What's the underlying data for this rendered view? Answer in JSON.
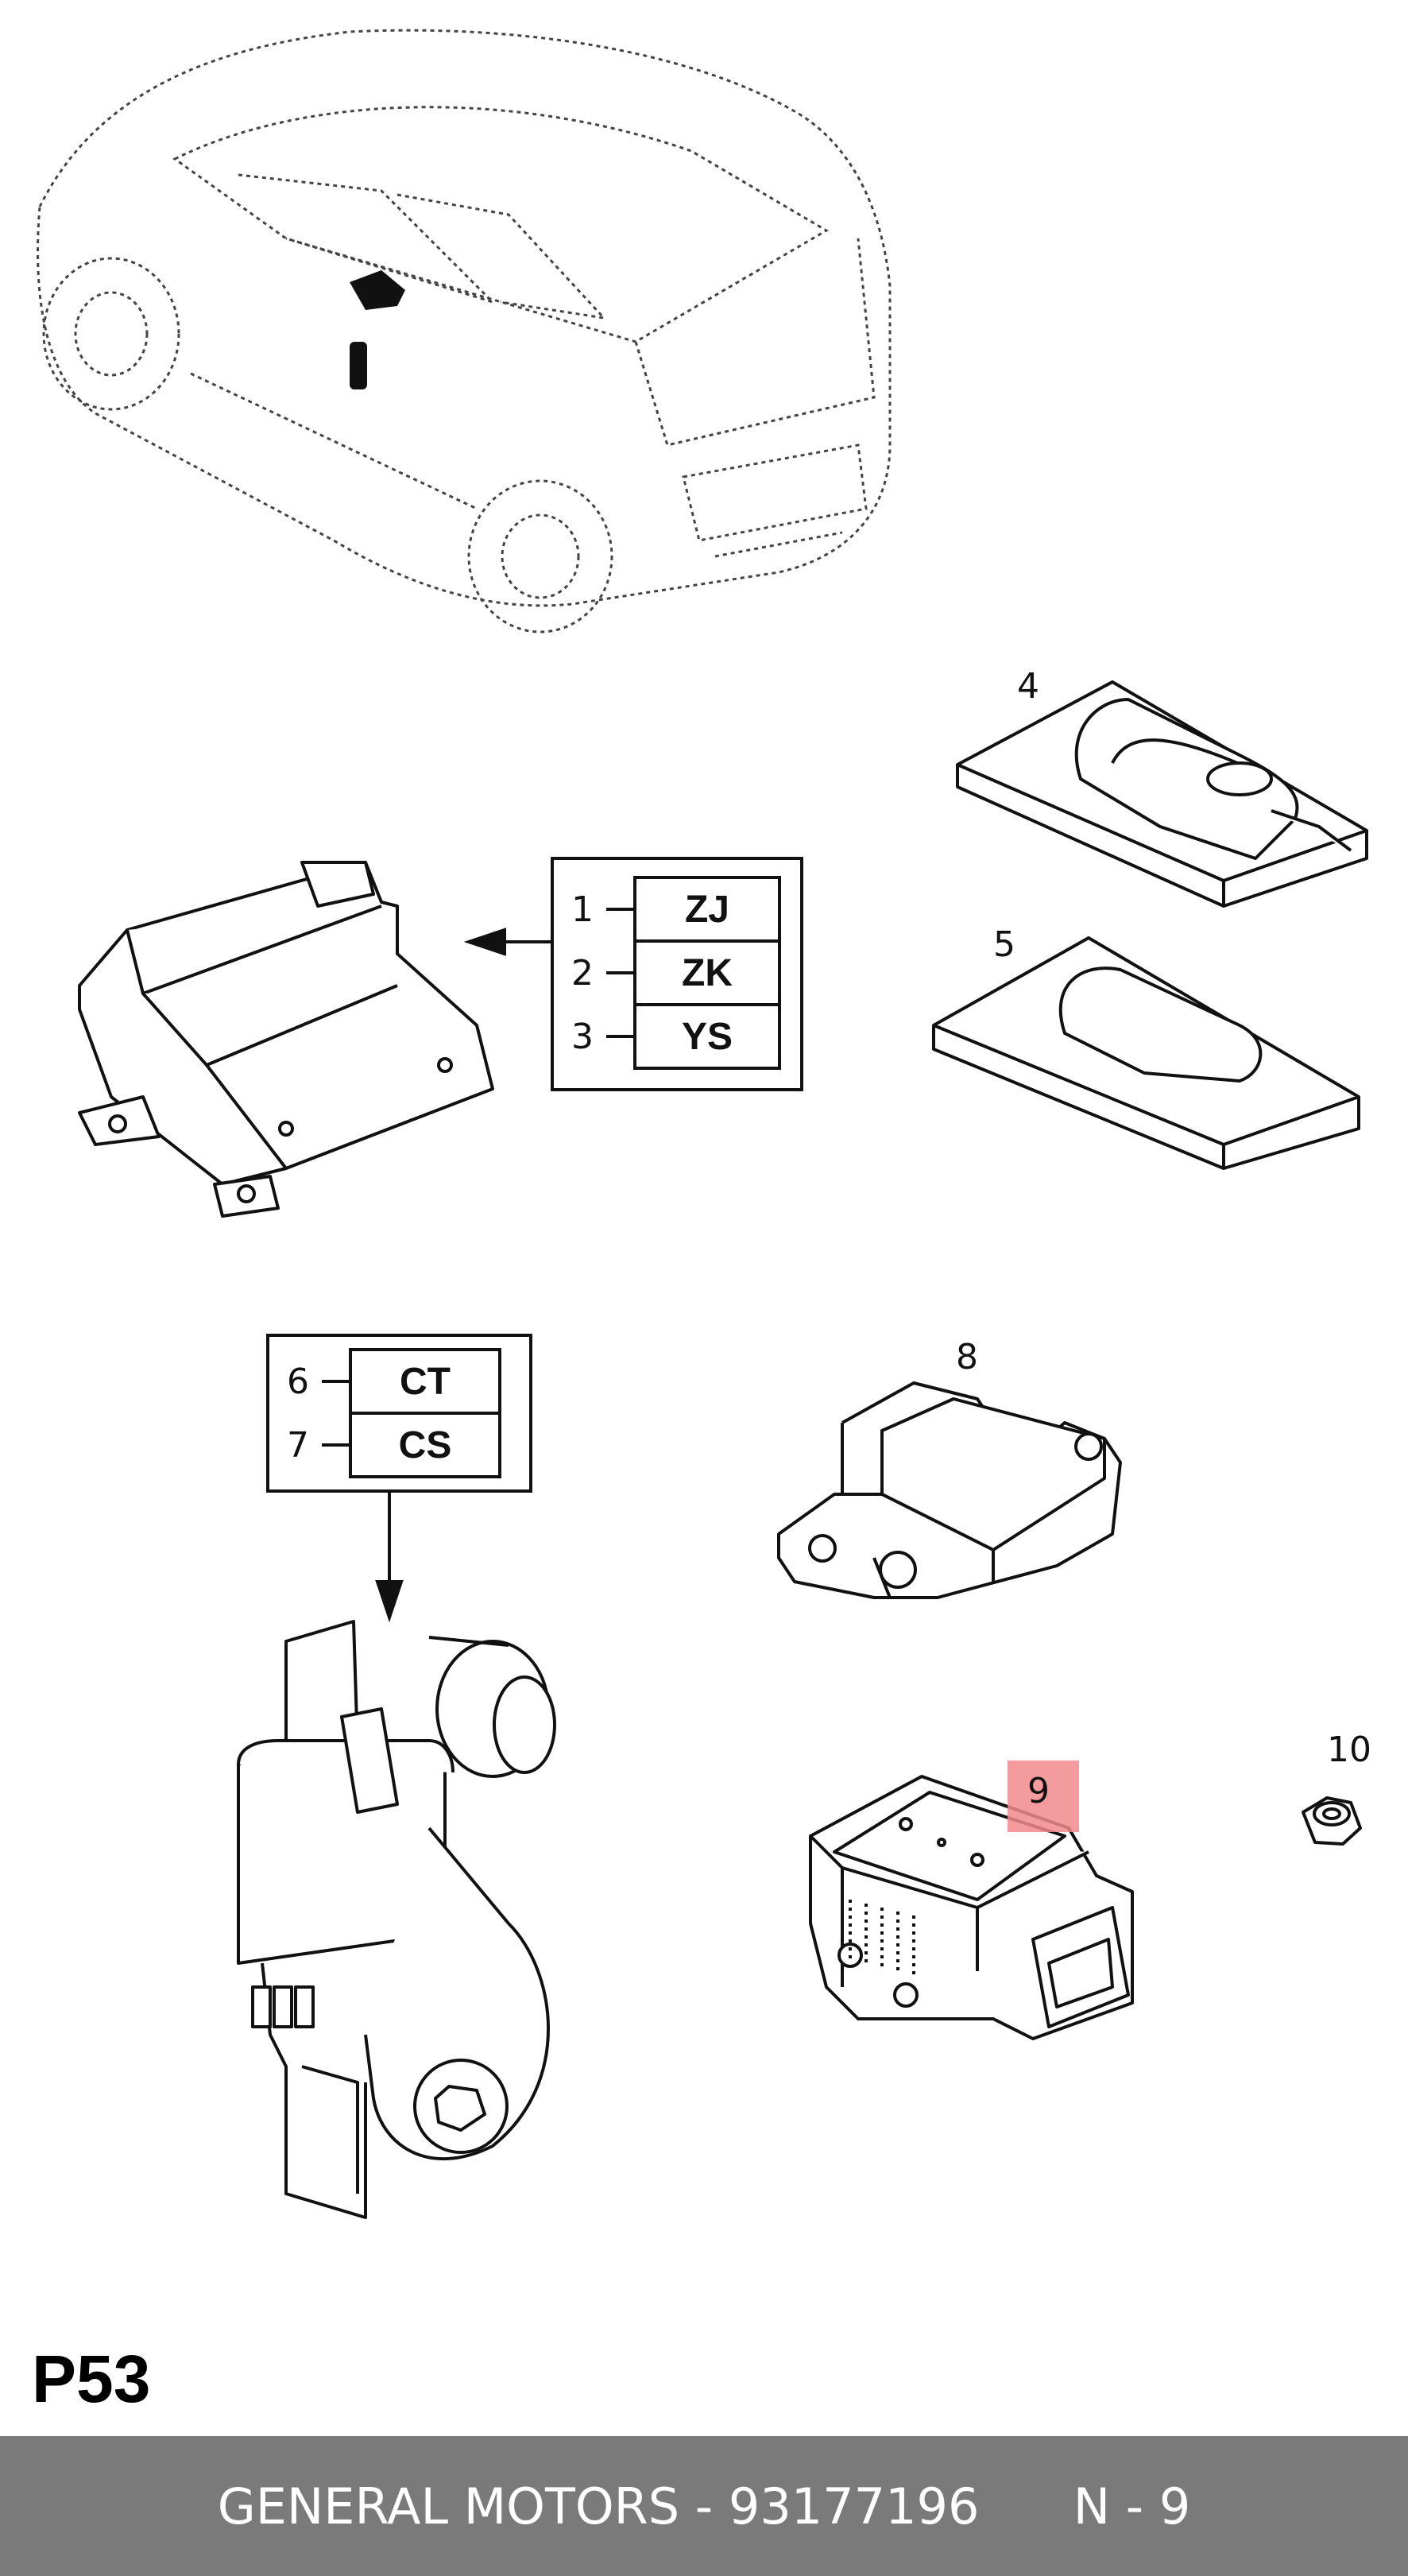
{
  "callouts": {
    "c4": "4",
    "c5": "5",
    "c8": "8",
    "c9": "9",
    "c10": "10"
  },
  "codes_group_a": [
    {
      "num": "1",
      "code": "ZJ"
    },
    {
      "num": "2",
      "code": "ZK"
    },
    {
      "num": "3",
      "code": "YS"
    }
  ],
  "codes_group_b": [
    {
      "num": "6",
      "code": "CT"
    },
    {
      "num": "7",
      "code": "CS"
    }
  ],
  "highlight_color": "#f28a8d",
  "page_code": "P53",
  "footer": {
    "text": "GENERAL MOTORS - 93177196      N - 9"
  }
}
